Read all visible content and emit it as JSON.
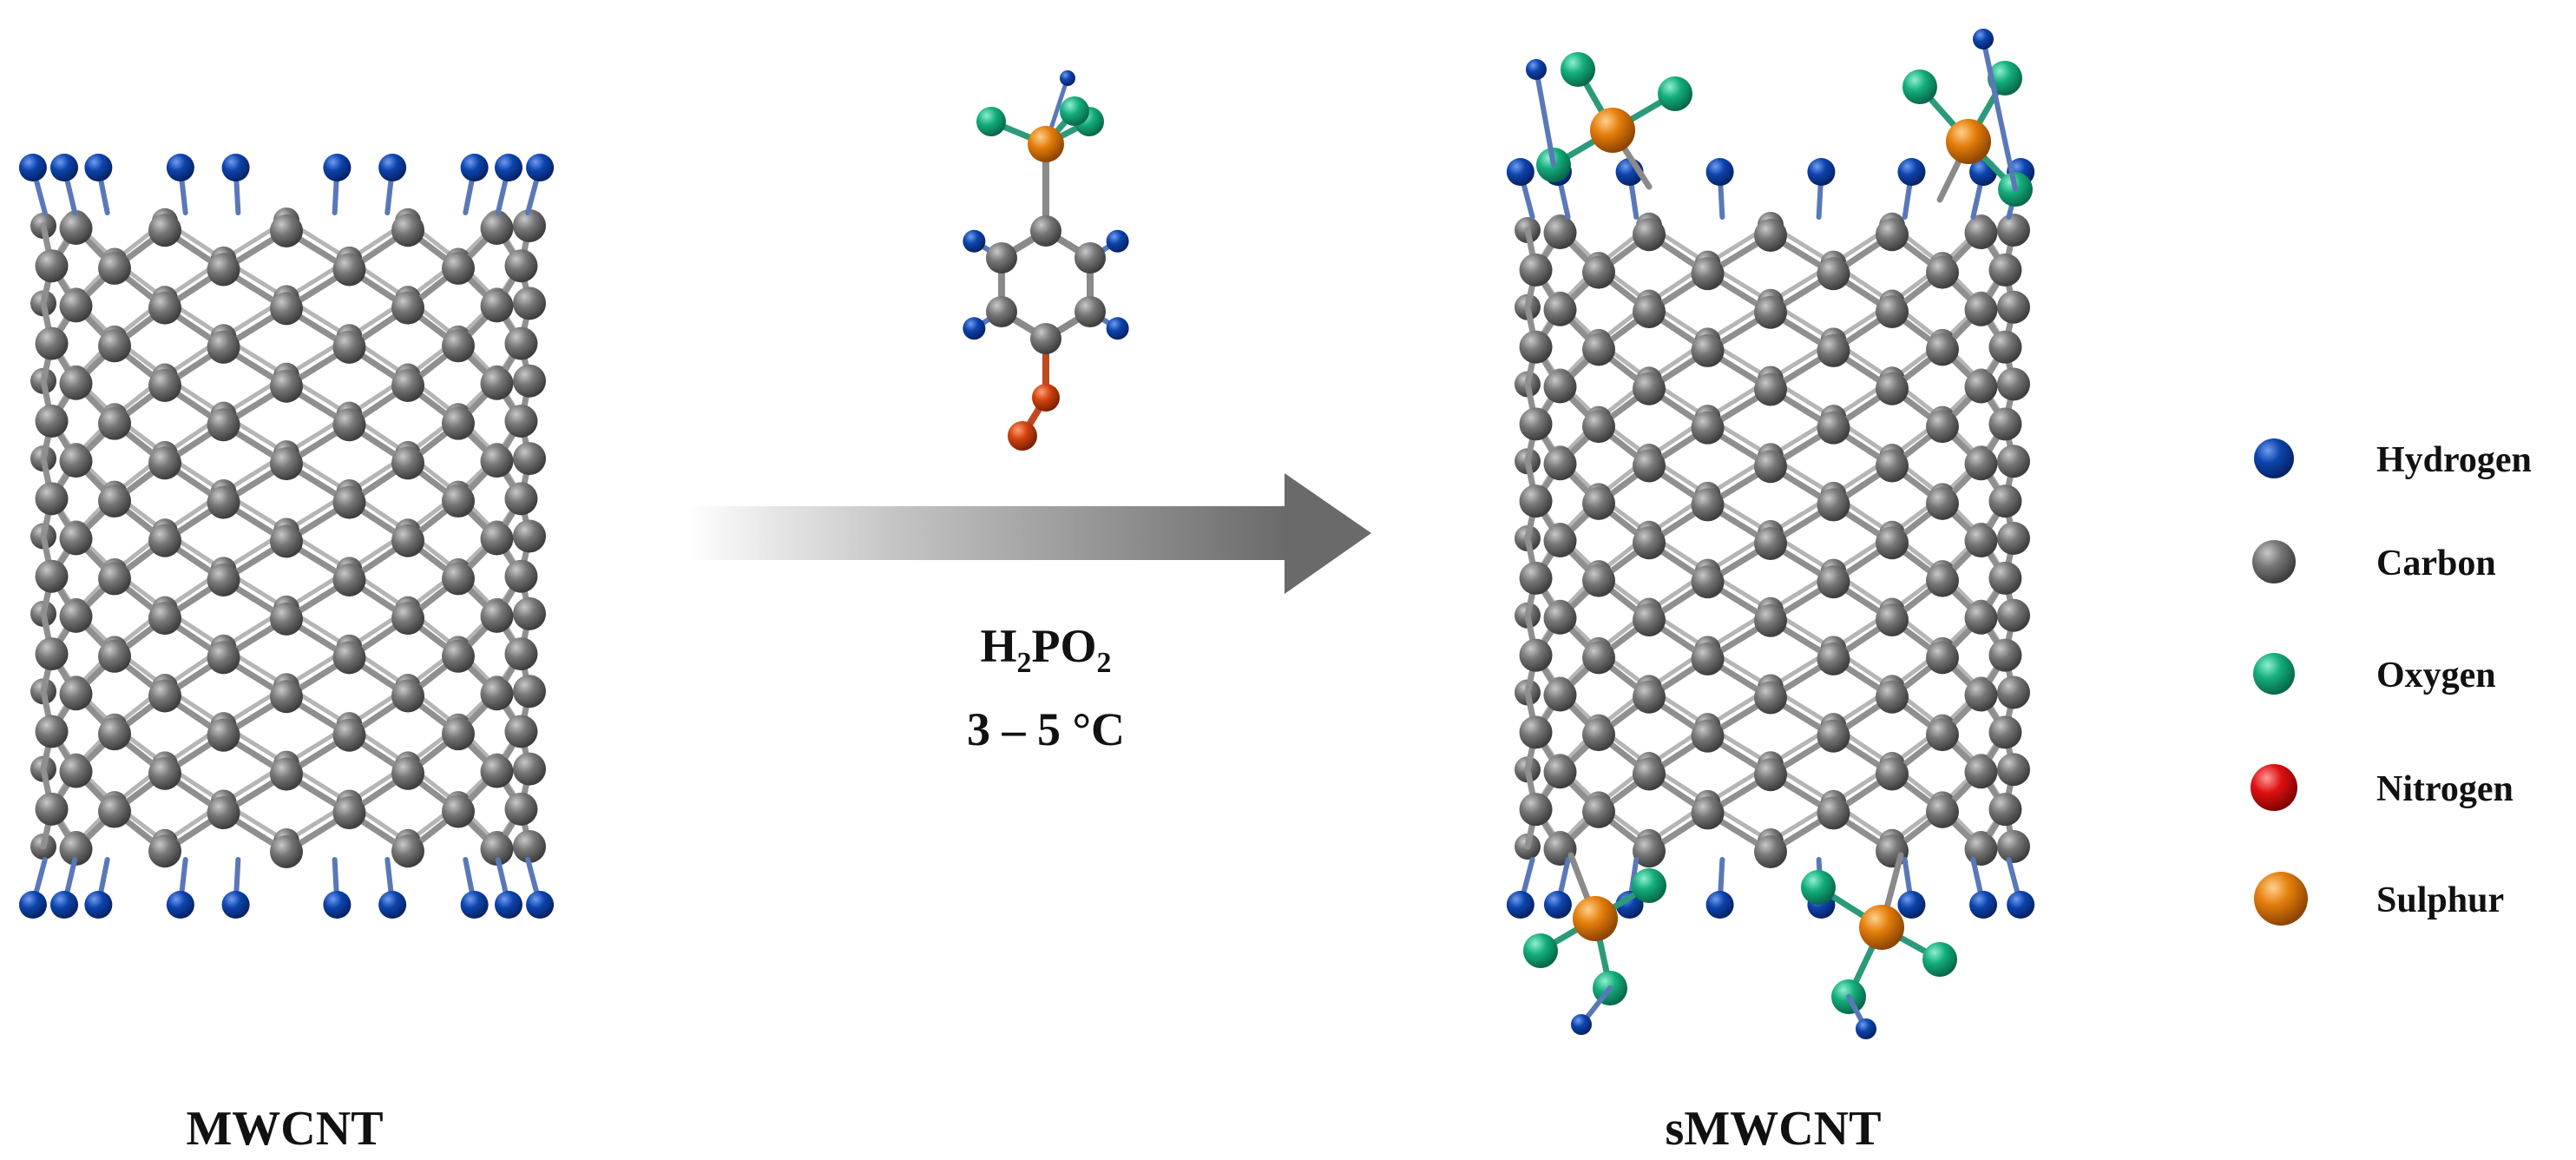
{
  "figure": {
    "left_label": "MWCNT",
    "right_label": "sMWCNT",
    "reagent": {
      "formula_parts": [
        "H",
        "2",
        "PO",
        "2"
      ],
      "condition": "3 – 5 °C"
    }
  },
  "legend": [
    {
      "name": "Hydrogen",
      "color": "#0a3fa0"
    },
    {
      "name": "Carbon",
      "color": "#6b6b6b"
    },
    {
      "name": "Oxygen",
      "color": "#13a779"
    },
    {
      "name": "Nitrogen",
      "color": "#d90d0d"
    },
    {
      "name": "Sulphur",
      "color": "#e07a0a"
    }
  ],
  "icons": {
    "left_structure": "carbon-nanotube-icon",
    "right_structure": "sulfonated-nanotube-icon",
    "reagent_molecule": "molecule-icon",
    "reaction_arrow": "gradient-arrow-icon"
  }
}
